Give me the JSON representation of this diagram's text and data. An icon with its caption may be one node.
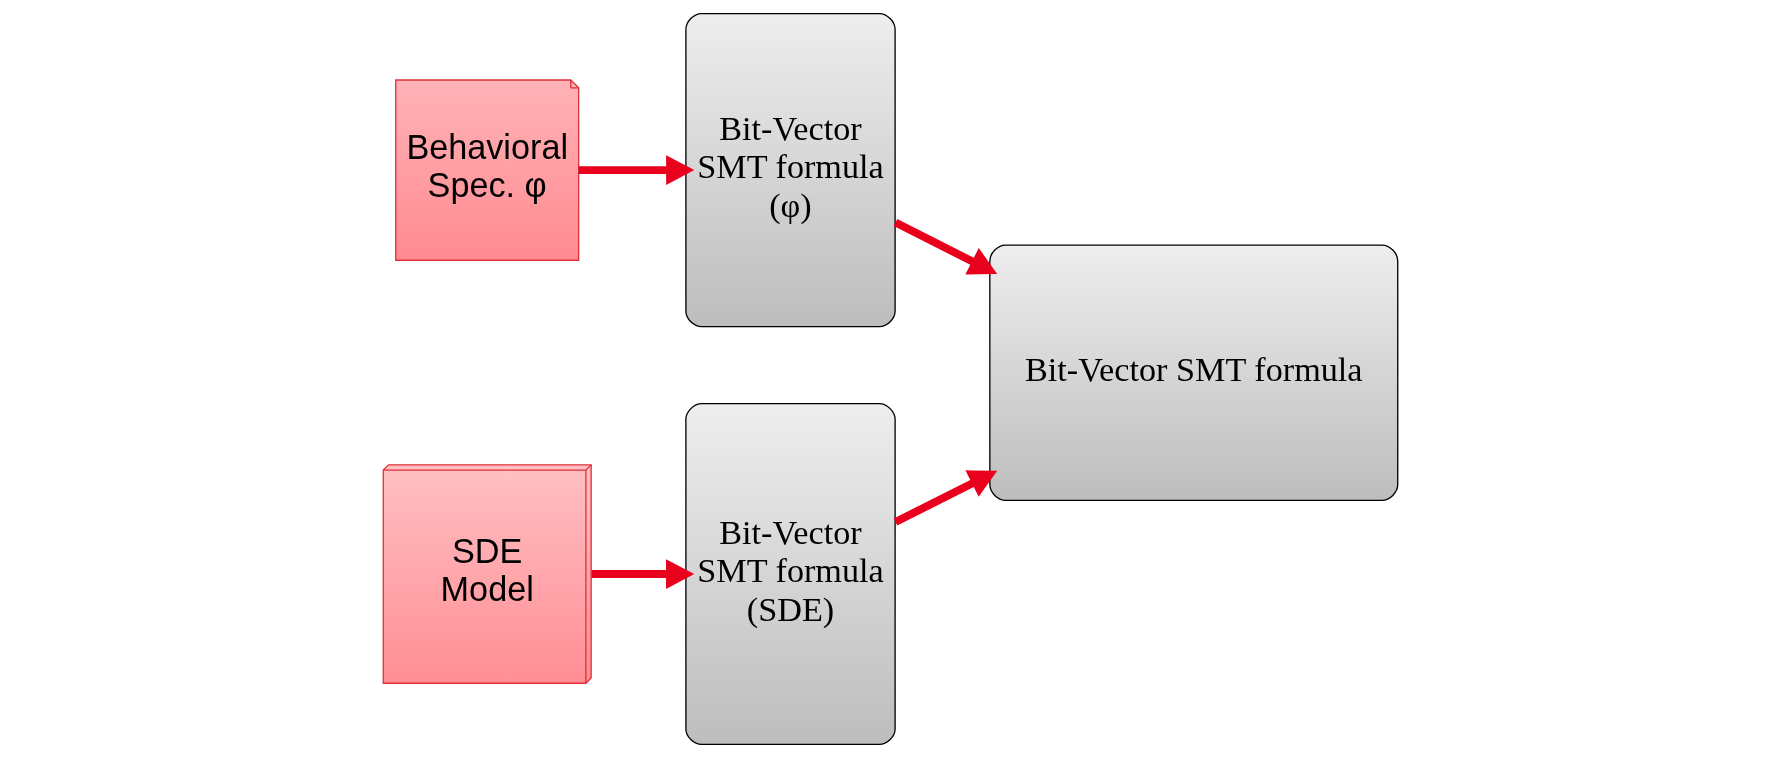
{
  "diagram": {
    "nodes": [
      {
        "text": [
          "Behavioral Spec. φ"
        ]
      },
      {
        "text": [
          "Bit-Vector SMT formula (φ)"
        ]
      },
      {
        "text": [
          "SDE Model"
        ]
      },
      {
        "text": [
          "Bit-Vector SMT formula (SDE)"
        ]
      },
      {
        "text": [
          "Bit-Vector SMT formula"
        ]
      }
    ],
    "edges": [
      {
        "from": 0,
        "to": 1,
        "arrow": "to"
      },
      {
        "from": 2,
        "to": 3,
        "arrow": "to"
      },
      {
        "from": 1,
        "to": 4,
        "arrow": "to"
      },
      {
        "from": 3,
        "to": 4,
        "arrow": "to"
      }
    ]
  }
}
